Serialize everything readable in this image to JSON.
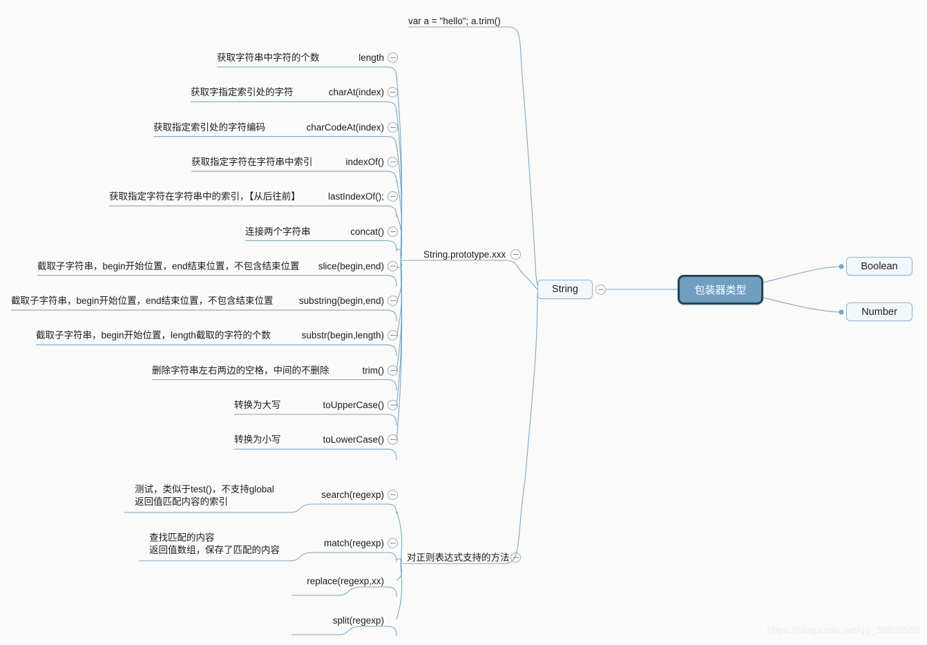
{
  "meta": {
    "title": "包装器类型 mind map",
    "watermark": "https://blog.csdn.net/qq_38830589",
    "colors": {
      "background": "#fafafa",
      "edge": "#7aa7c7",
      "node_fill": "#f2f7fb",
      "node_border": "#8fb4d4",
      "root_fill": "#6f9ebf",
      "root_border": "#24435c",
      "root_text": "#ffffff",
      "text": "#1b1b1b",
      "collapse_icon": "#a9a9a9",
      "watermark_text": "#ececec"
    }
  },
  "root": {
    "label": "包装器类型"
  },
  "right_children": [
    {
      "label": "Boolean"
    },
    {
      "label": "Number"
    }
  ],
  "left_child": {
    "label": "String",
    "collapse_icon": "collapse-minus-icon"
  },
  "string_branches": [
    {
      "id": "example",
      "label": "var a = \"hello\"; a.trim()",
      "collapse_icon": null
    },
    {
      "id": "prototype",
      "label": "String.prototype.xxx",
      "collapse_icon": "collapse-minus-icon"
    },
    {
      "id": "regexp",
      "label": "对正则表达式支持的方法",
      "collapse_icon": "collapse-minus-icon"
    }
  ],
  "prototype_methods": [
    {
      "method": "length",
      "desc": "获取字符串中字符的个数",
      "collapse_icon": "collapse-minus-icon"
    },
    {
      "method": "charAt(index)",
      "desc": "获取字指定索引处的字符",
      "collapse_icon": "collapse-minus-icon"
    },
    {
      "method": "charCodeAt(index)",
      "desc": "获取指定索引处的字符编码",
      "collapse_icon": "collapse-minus-icon"
    },
    {
      "method": "indexOf()",
      "desc": "获取指定字符在字符串中索引",
      "collapse_icon": "collapse-minus-icon"
    },
    {
      "method": "lastIndexOf();",
      "desc": "获取指定字符在字符串中的索引，【从后往前】",
      "collapse_icon": "collapse-minus-icon"
    },
    {
      "method": "concat()",
      "desc": "连接两个字符串",
      "collapse_icon": "collapse-minus-icon"
    },
    {
      "method": "slice(begin,end)",
      "desc": "截取子字符串，begin开始位置，end结束位置，不包含结束位置",
      "collapse_icon": "collapse-minus-icon"
    },
    {
      "method": "substring(begin,end)",
      "desc": "截取子字符串，begin开始位置，end结束位置，不包含结束位置",
      "collapse_icon": "collapse-minus-icon"
    },
    {
      "method": "substr(begin,length)",
      "desc": "截取子字符串，begin开始位置，length截取的字符的个数",
      "collapse_icon": "collapse-minus-icon"
    },
    {
      "method": "trim()",
      "desc": "删除字符串左右两边的空格，中间的不删除",
      "collapse_icon": "collapse-minus-icon"
    },
    {
      "method": "toUpperCase()",
      "desc": "转换为大写",
      "collapse_icon": "collapse-minus-icon"
    },
    {
      "method": "toLowerCase()",
      "desc": "转换为小写",
      "collapse_icon": "collapse-minus-icon"
    }
  ],
  "regexp_methods": [
    {
      "method": "search(regexp)",
      "desc": "测试，类似于test()，不支持global\n返回值匹配内容的索引",
      "collapse_icon": "collapse-minus-icon"
    },
    {
      "method": "match(regexp)",
      "desc": "查找匹配的内容\n返回值数组，保存了匹配的内容",
      "collapse_icon": "collapse-minus-icon"
    },
    {
      "method": "replace(regexp,xx)",
      "desc": "",
      "collapse_icon": null
    },
    {
      "method": "split(regexp)",
      "desc": "",
      "collapse_icon": null
    }
  ]
}
